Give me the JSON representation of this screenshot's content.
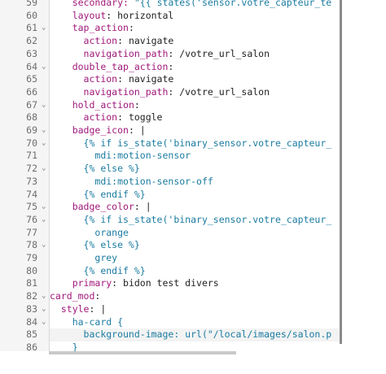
{
  "editor": {
    "lines": [
      {
        "num": "59",
        "fold": false,
        "tokens": [
          {
            "t": "    ",
            "c": "p"
          },
          {
            "t": "secondary: ",
            "c": "k"
          },
          {
            "t": "\"{{ states('sensor.votre_capteur_te",
            "c": "s"
          }
        ]
      },
      {
        "num": "60",
        "fold": false,
        "tokens": [
          {
            "t": "    ",
            "c": "p"
          },
          {
            "t": "layout",
            "c": "k"
          },
          {
            "t": ": horizontal",
            "c": "p"
          }
        ]
      },
      {
        "num": "61",
        "fold": true,
        "tokens": [
          {
            "t": "    ",
            "c": "p"
          },
          {
            "t": "tap_action",
            "c": "k"
          },
          {
            "t": ":",
            "c": "p"
          }
        ]
      },
      {
        "num": "62",
        "fold": false,
        "tokens": [
          {
            "t": "      ",
            "c": "p"
          },
          {
            "t": "action",
            "c": "k"
          },
          {
            "t": ": navigate",
            "c": "p"
          }
        ]
      },
      {
        "num": "63",
        "fold": false,
        "tokens": [
          {
            "t": "      ",
            "c": "p"
          },
          {
            "t": "navigation_path",
            "c": "k"
          },
          {
            "t": ": /votre_url_salon",
            "c": "p"
          }
        ]
      },
      {
        "num": "64",
        "fold": true,
        "tokens": [
          {
            "t": "    ",
            "c": "p"
          },
          {
            "t": "double_tap_action",
            "c": "k"
          },
          {
            "t": ":",
            "c": "p"
          }
        ]
      },
      {
        "num": "65",
        "fold": false,
        "tokens": [
          {
            "t": "      ",
            "c": "p"
          },
          {
            "t": "action",
            "c": "k"
          },
          {
            "t": ": navigate",
            "c": "p"
          }
        ]
      },
      {
        "num": "66",
        "fold": false,
        "tokens": [
          {
            "t": "      ",
            "c": "p"
          },
          {
            "t": "navigation_path",
            "c": "k"
          },
          {
            "t": ": /votre_url_salon",
            "c": "p"
          }
        ]
      },
      {
        "num": "67",
        "fold": true,
        "tokens": [
          {
            "t": "    ",
            "c": "p"
          },
          {
            "t": "hold_action",
            "c": "k"
          },
          {
            "t": ":",
            "c": "p"
          }
        ]
      },
      {
        "num": "68",
        "fold": false,
        "tokens": [
          {
            "t": "      ",
            "c": "p"
          },
          {
            "t": "action",
            "c": "k"
          },
          {
            "t": ": toggle",
            "c": "p"
          }
        ]
      },
      {
        "num": "69",
        "fold": true,
        "tokens": [
          {
            "t": "    ",
            "c": "p"
          },
          {
            "t": "badge_icon",
            "c": "k"
          },
          {
            "t": ": |",
            "c": "p"
          }
        ]
      },
      {
        "num": "70",
        "fold": true,
        "tokens": [
          {
            "t": "      ",
            "c": "p"
          },
          {
            "t": "{% if is_state('binary_sensor.votre_capteur_",
            "c": "s"
          }
        ]
      },
      {
        "num": "71",
        "fold": false,
        "tokens": [
          {
            "t": "        ",
            "c": "p"
          },
          {
            "t": "mdi:motion-sensor",
            "c": "s"
          }
        ]
      },
      {
        "num": "72",
        "fold": true,
        "tokens": [
          {
            "t": "      ",
            "c": "p"
          },
          {
            "t": "{% else %}",
            "c": "s"
          }
        ]
      },
      {
        "num": "73",
        "fold": false,
        "tokens": [
          {
            "t": "        ",
            "c": "p"
          },
          {
            "t": "mdi:motion-sensor-off",
            "c": "s"
          }
        ]
      },
      {
        "num": "74",
        "fold": false,
        "tokens": [
          {
            "t": "      ",
            "c": "p"
          },
          {
            "t": "{% endif %}",
            "c": "s"
          }
        ]
      },
      {
        "num": "75",
        "fold": true,
        "tokens": [
          {
            "t": "    ",
            "c": "p"
          },
          {
            "t": "badge_color",
            "c": "k"
          },
          {
            "t": ": |",
            "c": "p"
          }
        ]
      },
      {
        "num": "76",
        "fold": true,
        "tokens": [
          {
            "t": "      ",
            "c": "p"
          },
          {
            "t": "{% if is_state('binary_sensor.votre_capteur_",
            "c": "s"
          }
        ]
      },
      {
        "num": "77",
        "fold": false,
        "tokens": [
          {
            "t": "        ",
            "c": "p"
          },
          {
            "t": "orange",
            "c": "s"
          }
        ]
      },
      {
        "num": "78",
        "fold": true,
        "tokens": [
          {
            "t": "      ",
            "c": "p"
          },
          {
            "t": "{% else %}",
            "c": "s"
          }
        ]
      },
      {
        "num": "79",
        "fold": false,
        "tokens": [
          {
            "t": "        ",
            "c": "p"
          },
          {
            "t": "grey",
            "c": "s"
          }
        ]
      },
      {
        "num": "80",
        "fold": false,
        "tokens": [
          {
            "t": "      ",
            "c": "p"
          },
          {
            "t": "{% endif %}",
            "c": "s"
          }
        ]
      },
      {
        "num": "81",
        "fold": false,
        "tokens": [
          {
            "t": "    ",
            "c": "p"
          },
          {
            "t": "primary",
            "c": "k"
          },
          {
            "t": ": bidon test divers",
            "c": "p"
          }
        ]
      },
      {
        "num": "82",
        "fold": true,
        "tokens": [
          {
            "t": "",
            "c": "p"
          },
          {
            "t": "card_mod",
            "c": "k"
          },
          {
            "t": ":",
            "c": "p"
          }
        ]
      },
      {
        "num": "83",
        "fold": true,
        "tokens": [
          {
            "t": "  ",
            "c": "p"
          },
          {
            "t": "style",
            "c": "k"
          },
          {
            "t": ": |",
            "c": "p"
          }
        ]
      },
      {
        "num": "84",
        "fold": true,
        "tokens": [
          {
            "t": "    ",
            "c": "p"
          },
          {
            "t": "ha-card {",
            "c": "s"
          }
        ]
      },
      {
        "num": "85",
        "fold": false,
        "active": true,
        "tokens": [
          {
            "t": "      ",
            "c": "p"
          },
          {
            "t": "background-image: url(\"/local/images/salon.p",
            "c": "s"
          }
        ]
      },
      {
        "num": "86",
        "fold": false,
        "tokens": [
          {
            "t": "    ",
            "c": "p"
          },
          {
            "t": "}",
            "c": "s"
          }
        ]
      }
    ],
    "fold_glyph": "⌄",
    "colors": {
      "key": "#a0187a",
      "string": "#1a7ba0",
      "plain": "#222222",
      "gutter_bg": "#f5f5f5"
    }
  }
}
